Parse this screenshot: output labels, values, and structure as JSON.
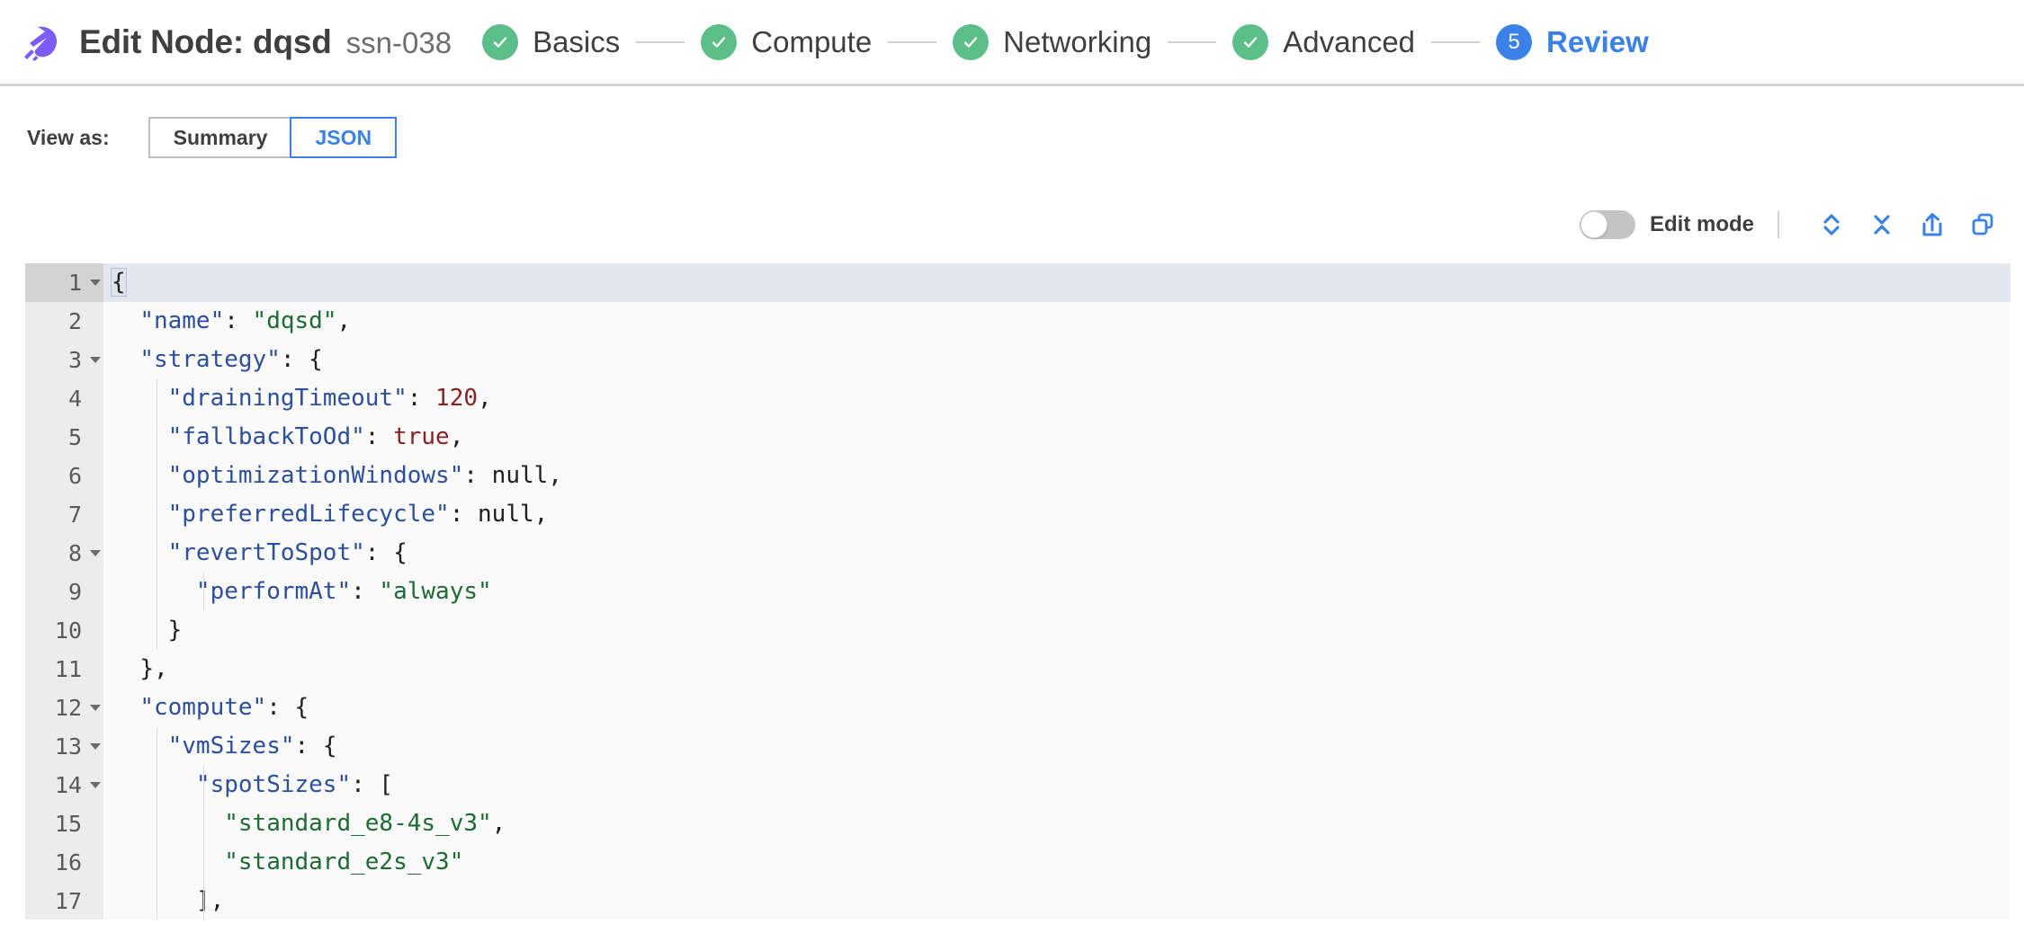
{
  "header": {
    "logo_icon": "spot-comet-logo",
    "title": "Edit Node: dqsd",
    "subtitle": "ssn-038",
    "stepper": [
      {
        "index": "1",
        "label": "Basics",
        "state": "done"
      },
      {
        "index": "2",
        "label": "Compute",
        "state": "done"
      },
      {
        "index": "3",
        "label": "Networking",
        "state": "done"
      },
      {
        "index": "4",
        "label": "Advanced",
        "state": "done"
      },
      {
        "index": "5",
        "label": "Review",
        "state": "active"
      }
    ]
  },
  "view_as": {
    "label": "View as:",
    "options": [
      {
        "label": "Summary",
        "selected": false
      },
      {
        "label": "JSON",
        "selected": true
      }
    ]
  },
  "editor_toolbar": {
    "edit_mode_label": "Edit mode",
    "edit_mode_on": false,
    "icons": [
      {
        "name": "expand-all-icon"
      },
      {
        "name": "collapse-all-icon"
      },
      {
        "name": "export-icon"
      },
      {
        "name": "copy-icon"
      }
    ]
  },
  "json_editor": {
    "active_line": 1,
    "lines": [
      {
        "num": "1",
        "fold": true,
        "indent": 0,
        "text": "{"
      },
      {
        "num": "2",
        "fold": false,
        "indent": 1,
        "text": "\"name\": \"dqsd\","
      },
      {
        "num": "3",
        "fold": true,
        "indent": 1,
        "text": "\"strategy\": {"
      },
      {
        "num": "4",
        "fold": false,
        "indent": 2,
        "text": "\"drainingTimeout\": 120,"
      },
      {
        "num": "5",
        "fold": false,
        "indent": 2,
        "text": "\"fallbackToOd\": true,"
      },
      {
        "num": "6",
        "fold": false,
        "indent": 2,
        "text": "\"optimizationWindows\": null,"
      },
      {
        "num": "7",
        "fold": false,
        "indent": 2,
        "text": "\"preferredLifecycle\": null,"
      },
      {
        "num": "8",
        "fold": true,
        "indent": 2,
        "text": "\"revertToSpot\": {"
      },
      {
        "num": "9",
        "fold": false,
        "indent": 3,
        "text": "\"performAt\": \"always\""
      },
      {
        "num": "10",
        "fold": false,
        "indent": 2,
        "text": "}"
      },
      {
        "num": "11",
        "fold": false,
        "indent": 1,
        "text": "},"
      },
      {
        "num": "12",
        "fold": true,
        "indent": 1,
        "text": "\"compute\": {"
      },
      {
        "num": "13",
        "fold": true,
        "indent": 2,
        "text": "\"vmSizes\": {"
      },
      {
        "num": "14",
        "fold": true,
        "indent": 3,
        "text": "\"spotSizes\": ["
      },
      {
        "num": "15",
        "fold": false,
        "indent": 4,
        "text": "\"standard_e8-4s_v3\","
      },
      {
        "num": "16",
        "fold": false,
        "indent": 4,
        "text": "\"standard_e2s_v3\""
      },
      {
        "num": "17",
        "fold": false,
        "indent": 3,
        "text": "],"
      }
    ]
  },
  "colors": {
    "brand_purple": "#7B5CFA",
    "accent_blue": "#3B82E8",
    "success_green": "#5CBF8A",
    "json_key": "#2B4F9E",
    "json_string": "#1D6B32",
    "json_number": "#8B2020"
  }
}
